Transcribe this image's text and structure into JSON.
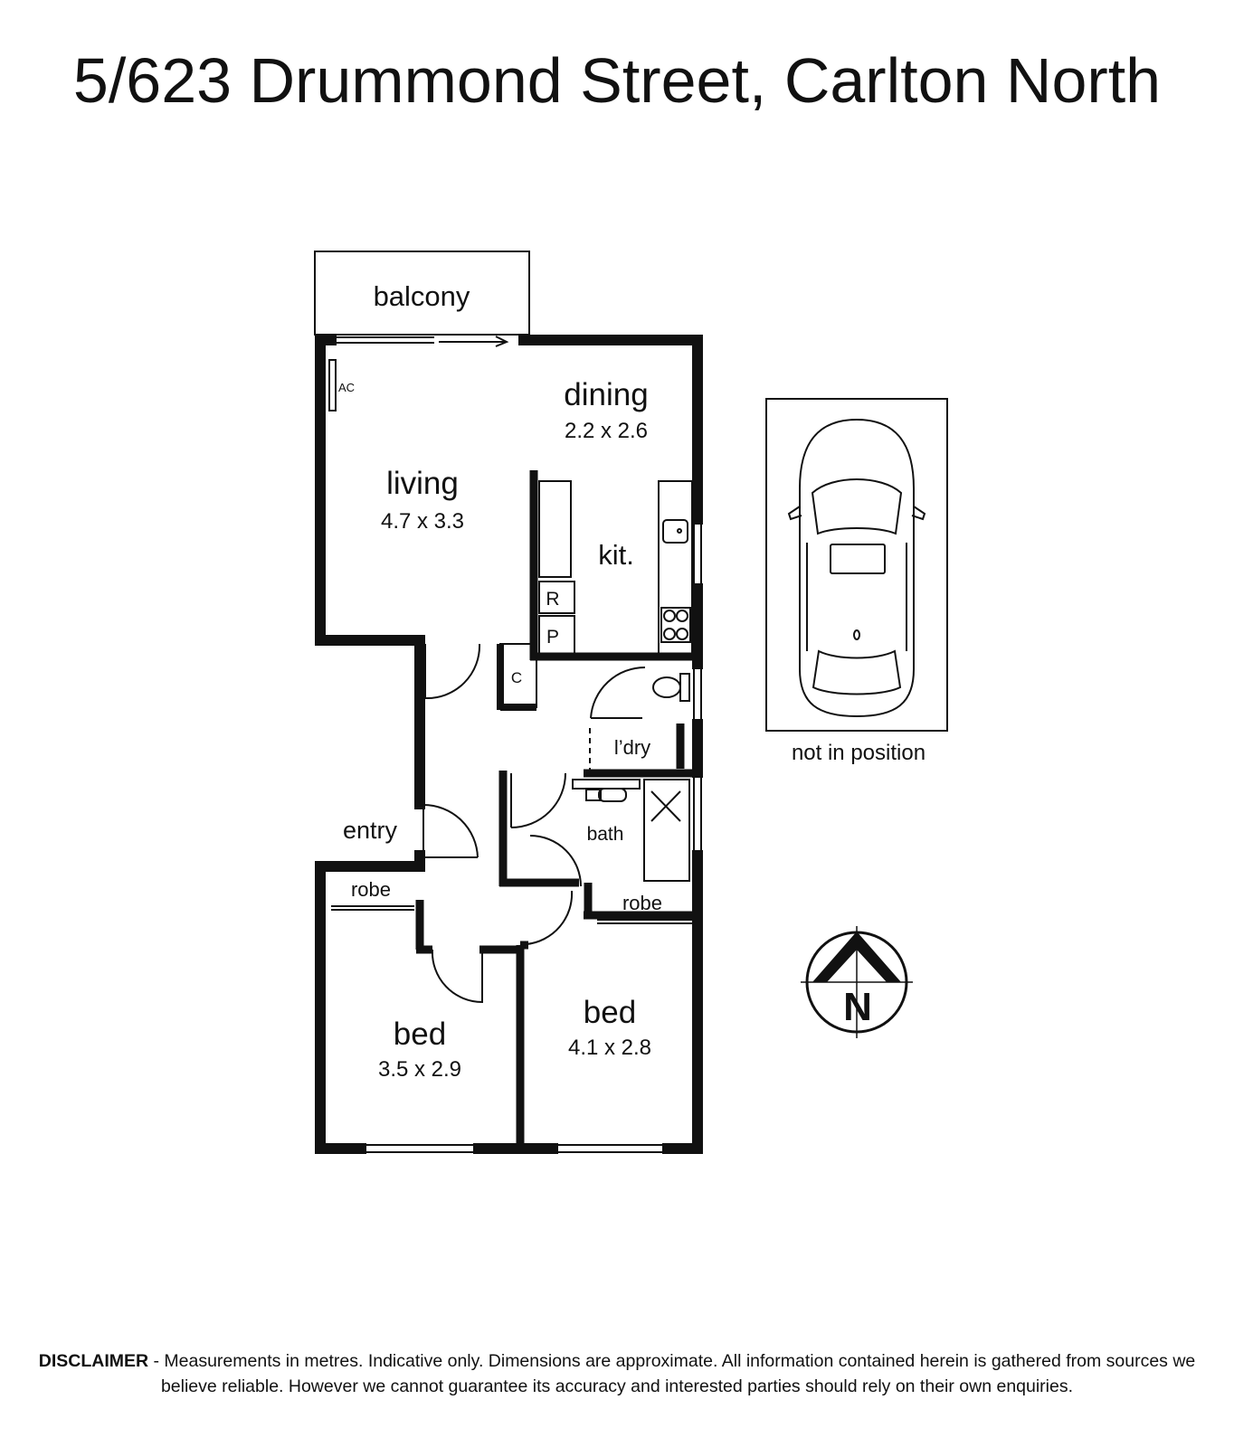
{
  "title": "5/623 Drummond Street, Carlton North",
  "rooms": {
    "balcony": "balcony",
    "ac": "AC",
    "dining": "dining",
    "dining_size": "2.2 x 2.6",
    "living": "living",
    "living_size": "4.7 x 3.3",
    "kitchen": "kit.",
    "fridge": "R",
    "pantry": "P",
    "cupboard": "C",
    "laundry": "l’dry",
    "bath": "bath",
    "entry": "entry",
    "robe_left": "robe",
    "robe_right": "robe",
    "bed_left": "bed",
    "bed_left_size": "3.5 x 2.9",
    "bed_right": "bed",
    "bed_right_size": "4.1 x 2.8"
  },
  "parking": {
    "caption": "not in position",
    "icon": "car-icon"
  },
  "compass": {
    "letter": "N",
    "icon": "north-arrow-icon"
  },
  "disclaimer": {
    "label": "DISCLAIMER",
    "text": " - Measurements in metres. Indicative only. Dimensions are approximate. All information contained herein is gathered from sources we believe reliable. However we cannot guarantee its accuracy and interested parties should rely on their own enquiries."
  },
  "colors": {
    "wall": "#111111",
    "background": "#ffffff"
  }
}
